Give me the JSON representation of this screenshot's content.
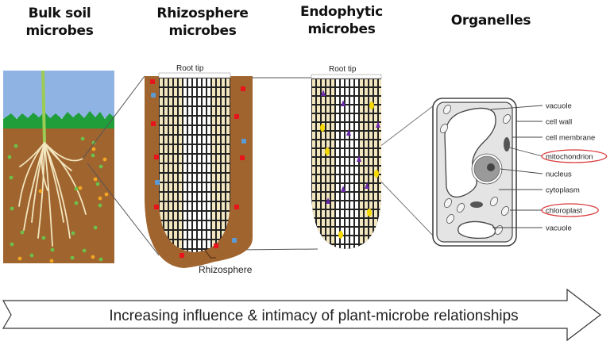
{
  "panels": {
    "bulk_soil": {
      "title_line1": "Bulk soil",
      "title_line2": "microbes"
    },
    "rhizosphere": {
      "title_line1": "Rhizosphere",
      "title_line2": "microbes",
      "root_tip_label": "Root tip",
      "rhizosphere_label": "Rhizosphere"
    },
    "endophytic": {
      "title_line1": "Endophytic",
      "title_line2": "microbes",
      "root_tip_label": "Root tip"
    },
    "organelles": {
      "title": "Organelles",
      "labels": [
        {
          "text": "vacuole",
          "highlighted": false
        },
        {
          "text": "cell wall",
          "highlighted": false
        },
        {
          "text": "cell membrane",
          "highlighted": false
        },
        {
          "text": "mitochondrion",
          "highlighted": true
        },
        {
          "text": "nucleus",
          "highlighted": false
        },
        {
          "text": "cytoplasm",
          "highlighted": false
        },
        {
          "text": "chloroplast",
          "highlighted": true
        },
        {
          "text": "vacuole",
          "highlighted": false
        }
      ]
    }
  },
  "arrow": {
    "text": "Increasing influence & intimacy of plant-microbe relationships"
  },
  "colors": {
    "sky": "#8fb3e3",
    "grass": "#1f9e3a",
    "soil": "#a0642e",
    "root": "#f2e6bf",
    "microbe_green": "#6cc04a",
    "microbe_orange": "#f2a623",
    "microbe_red": "#e8141b",
    "microbe_blue": "#5b9bd5",
    "endophyte_yellow": "#f5d800",
    "endophyte_purple": "#6a2aa8",
    "cell_fill": "#e4e4e4",
    "highlight": "#d9383a"
  }
}
